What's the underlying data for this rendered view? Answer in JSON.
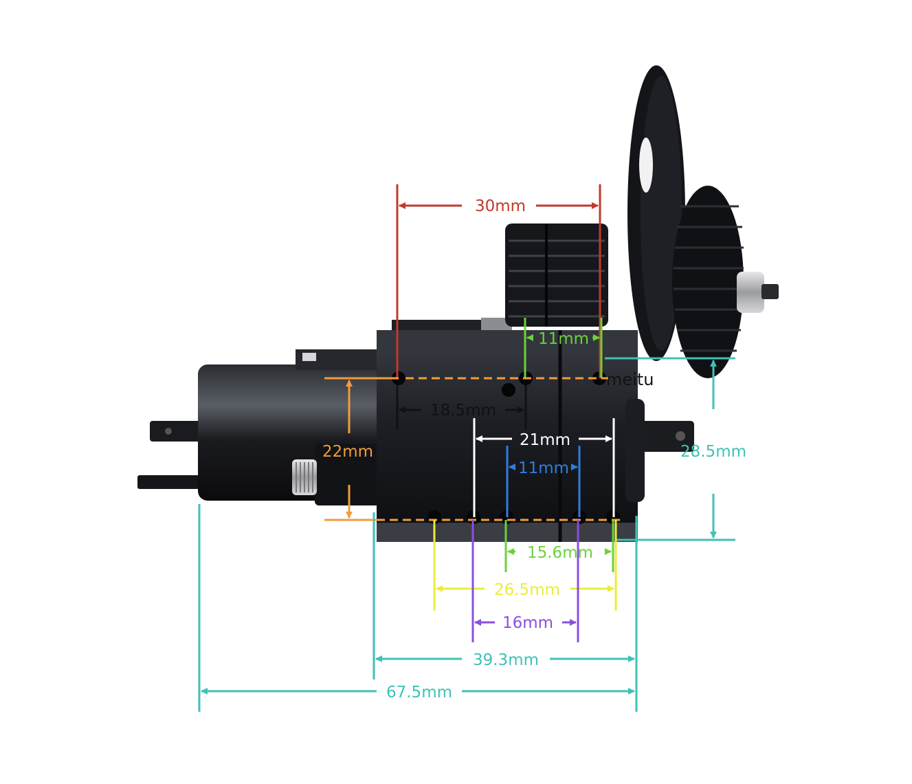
{
  "watermark": "meitu",
  "colors": {
    "red": "#c0392b",
    "green": "#6dd13b",
    "orange": "#f39c3b",
    "black": "#111111",
    "white": "#ffffff",
    "blue": "#2f7de0",
    "teal": "#3fc2b6",
    "yellow": "#ecec3a",
    "purple": "#8a4fe0",
    "part": "#1b1d22"
  },
  "dimensions": {
    "d30": "30mm",
    "d11_top": "11mm",
    "d18_5": "18.5mm",
    "d22": "22mm",
    "d21": "21mm",
    "d11_blue": "11mm",
    "d28_5": "28.5mm",
    "d15_6": "15.6mm",
    "d26_5": "26.5mm",
    "d16": "16mm",
    "d39_3": "39.3mm",
    "d67_5": "67.5mm"
  }
}
